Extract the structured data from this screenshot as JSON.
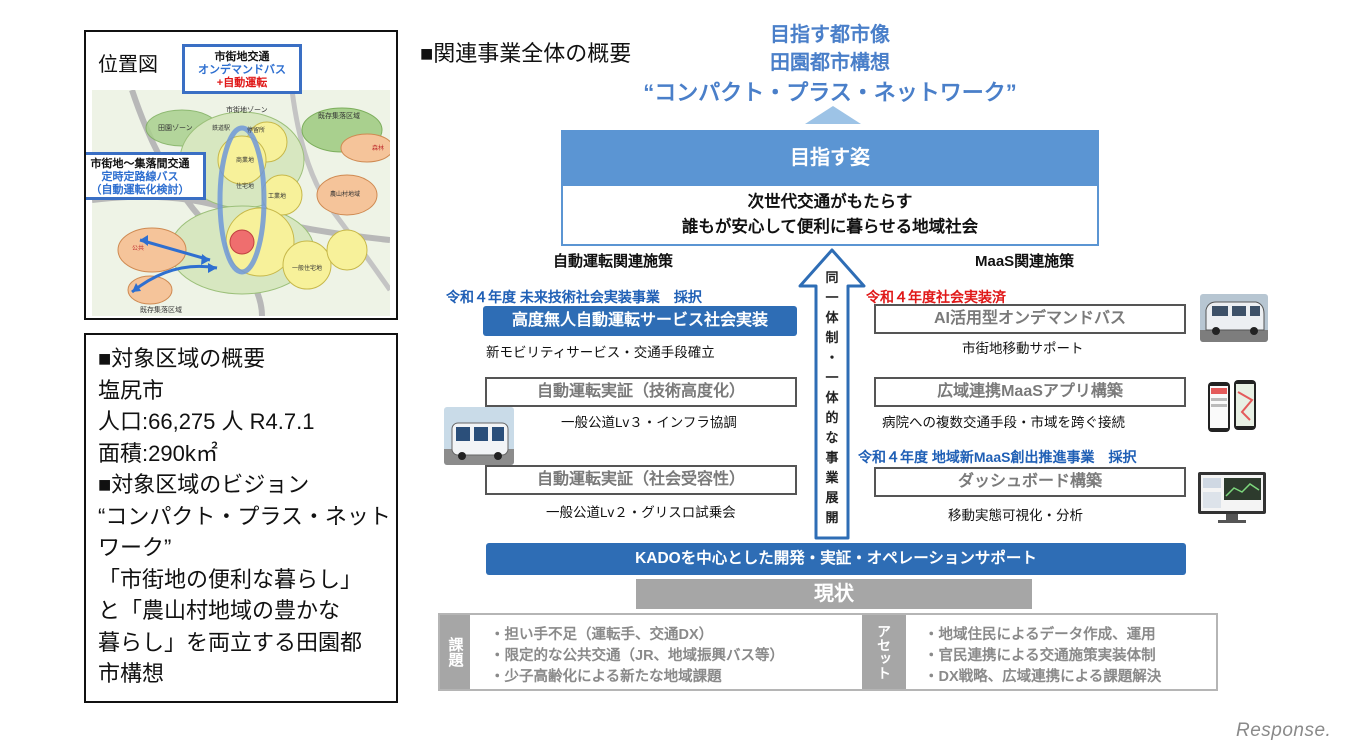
{
  "left_panel": {
    "map_title": "位置図",
    "callout_top": {
      "line1": "市街地交通",
      "line2": "オンデマンドバス",
      "line3": "+自動運転"
    },
    "callout_mid": {
      "line1": "市街地～集落間交通",
      "line2": "定時定路線バス",
      "line3": "（自動運転化検討）"
    },
    "map_labels": {
      "rural_zone": "田園ゾーン",
      "urban_zone": "市街地ゾーン",
      "village_area_1": "既存集落区域",
      "station": "鉄道駅",
      "bus_stop": "停留所",
      "commercial": "商業地",
      "residential": "住宅地",
      "industrial": "工業地",
      "agri_area": "農山村地域",
      "forest": "森林",
      "public": "公共",
      "general": "一般住宅地",
      "village_area_2": "既存集落区域"
    },
    "summary_lines": [
      "■対象区域の概要",
      "塩尻市",
      "人口:66,275 人 R4.7.1",
      "面積:290k㎡",
      "■対象区域のビジョン",
      "“コンパクト・プラス・ネット",
      "ワーク”",
      "「市街地の便利な暮らし」",
      "と「農山村地域の豊かな",
      "暮らし」を両立する田園都",
      "市構想"
    ]
  },
  "diagram": {
    "section_title": "■関連事業全体の概要",
    "vision_line1": "目指す都市像",
    "vision_line2": "田園都市構想",
    "vision_line3": "“コンパクト・プラス・ネットワーク”",
    "goal_header": "目指す姿",
    "goal_line1": "次世代交通がもたらす",
    "goal_line2": "誰もが安心して便利に暮らせる地域社会",
    "left_heading": "自動運転関連施策",
    "right_heading": "MaaS関連施策",
    "arrow_text": [
      "同",
      "一",
      "体",
      "制",
      "・",
      "一",
      "体",
      "的",
      "な",
      "事",
      "業",
      "展",
      "開"
    ],
    "left_adopt": "令和４年度 未来技術社会実装事業　採択",
    "left_items": [
      {
        "title": "高度無人自動運転サービス社会実装",
        "sub": "新モビリティサービス・交通手段確立"
      },
      {
        "title": "自動運転実証（技術高度化）",
        "sub": "一般公道Lv３・インフラ協調"
      },
      {
        "title": "自動運転実証（社会受容性）",
        "sub": "一般公道Lv２・グリスロ試乗会"
      }
    ],
    "right_done": "令和４年度社会実装済",
    "right_adopt": "令和４年度 地域新MaaS創出推進事業　採択",
    "right_items": [
      {
        "title": "AI活用型オンデマンドバス",
        "sub": "市街地移動サポート"
      },
      {
        "title": "広域連携MaaSアプリ構築",
        "sub": "病院への複数交通手段・市域を跨ぐ接続"
      },
      {
        "title": "ダッシュボード構築",
        "sub": "移動実態可視化・分析"
      }
    ],
    "support_bar": "KADOを中心とした開発・実証・オペレーションサポート",
    "status_header": "現状",
    "issues_label": "課題",
    "issues": [
      "・担い手不足（運転手、交通DX）",
      "・限定的な公共交通（JR、地域振興バス等）",
      "・少子高齢化による新たな地域課題"
    ],
    "assets_label": "アセット",
    "assets": [
      "・地域住民によるデータ作成、運用",
      "・官民連携による交通施策実装体制",
      "・DX戦略、広域連携による課題解決"
    ]
  },
  "watermark": "Response.",
  "colors": {
    "accent_blue": "#2e6db5",
    "vision_blue": "#4a7fc9",
    "goal_header_blue": "#5b95d3",
    "adopt_red": "#e01818",
    "status_gray": "#a6a6a6"
  }
}
